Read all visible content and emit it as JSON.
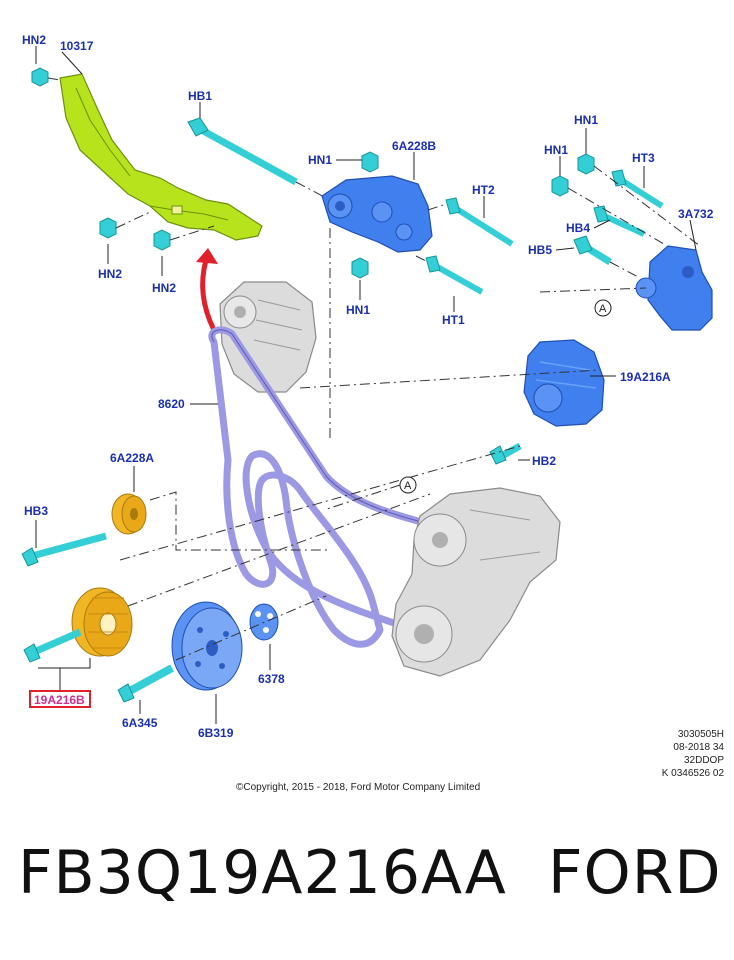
{
  "labels": {
    "hn2_top": "HN2",
    "p10317": "10317",
    "hb1": "HB1",
    "hn1_mid": "HN1",
    "p6a228b": "6A228B",
    "ht2": "HT2",
    "hn1_r1": "HN1",
    "hn1_r2": "HN1",
    "ht3": "HT3",
    "p3a732": "3A732",
    "hb4": "HB4",
    "hb5": "HB5",
    "hn2_a": "HN2",
    "hn2_b": "HN2",
    "hn1_low": "HN1",
    "ht1": "HT1",
    "p8620": "8620",
    "p19a216a": "19A216A",
    "hb2": "HB2",
    "p6a228a": "6A228A",
    "hb3": "HB3",
    "p19a216b": "19A216B",
    "p6a345": "6A345",
    "p6b319": "6B319",
    "p6378": "6378",
    "ref_a": "A"
  },
  "meta": {
    "line1": "3030505H",
    "line2": "08-2018 34",
    "line3": "32DDOP",
    "line4": "K 0346526 02"
  },
  "copyright": "©Copyright, 2015 - 2018, Ford Motor Company Limited",
  "footer": {
    "part_number": "FB3Q19A216AA",
    "brand": "FORD"
  },
  "colors": {
    "bracket": "#b6e31c",
    "tensioner": "#3f7fee",
    "fastener": "#34cfd6",
    "idler": "#f0b624",
    "belt": "#9b98e4",
    "label": "#1a2fb0",
    "highlight": "#e0202a"
  }
}
